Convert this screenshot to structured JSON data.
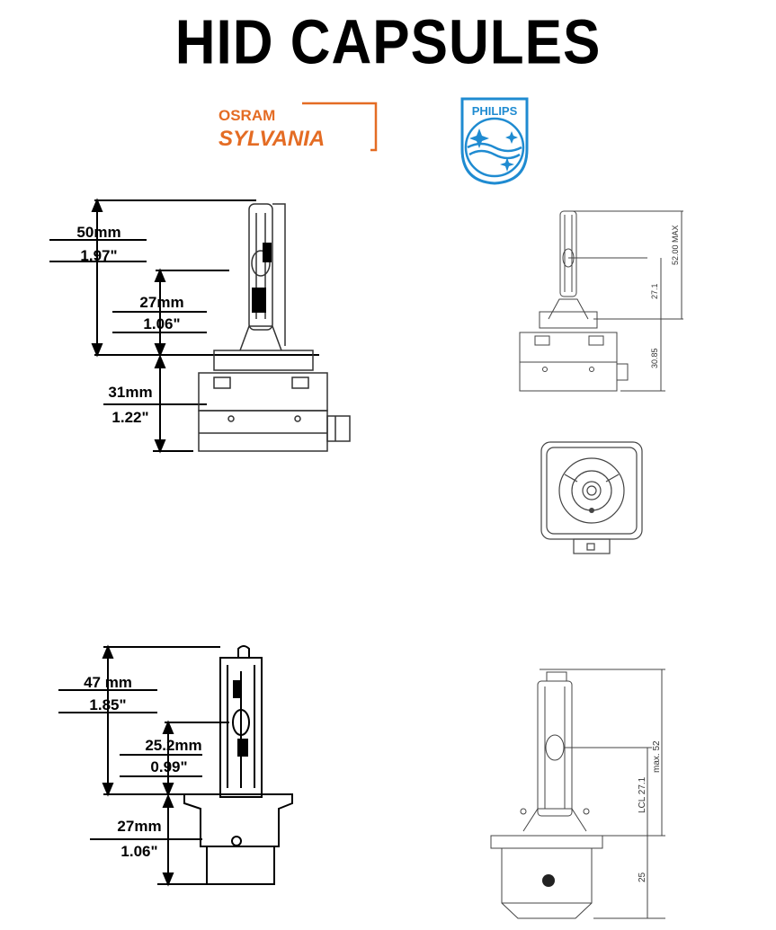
{
  "title": "HID CAPSULES",
  "logos": {
    "osram_sylvania": {
      "line1": "OSRAM",
      "line2": "SYLVANIA",
      "color": "#e46c24"
    },
    "philips": {
      "text": "PHILIPS",
      "color": "#1f8bd1"
    }
  },
  "diagram_top_left": {
    "total": {
      "mm": "50mm",
      "inch": "1.97\""
    },
    "upper": {
      "mm": "27mm",
      "inch": "1.06\""
    },
    "base": {
      "mm": "31mm",
      "inch": "1.22\""
    }
  },
  "diagram_top_right": {
    "dim_max": "52.00 MAX",
    "dim_lcl": "27.1",
    "dim_base": "30.85"
  },
  "diagram_bottom_left": {
    "total": {
      "mm": "47 mm",
      "inch": "1.85\""
    },
    "upper": {
      "mm": "25.2mm",
      "inch": "0.99\""
    },
    "base": {
      "mm": "27mm",
      "inch": "1.06\""
    }
  },
  "diagram_bottom_right": {
    "dim_max": "max. 52",
    "dim_lcl": "LCL 27.1",
    "dim_base": "25"
  }
}
